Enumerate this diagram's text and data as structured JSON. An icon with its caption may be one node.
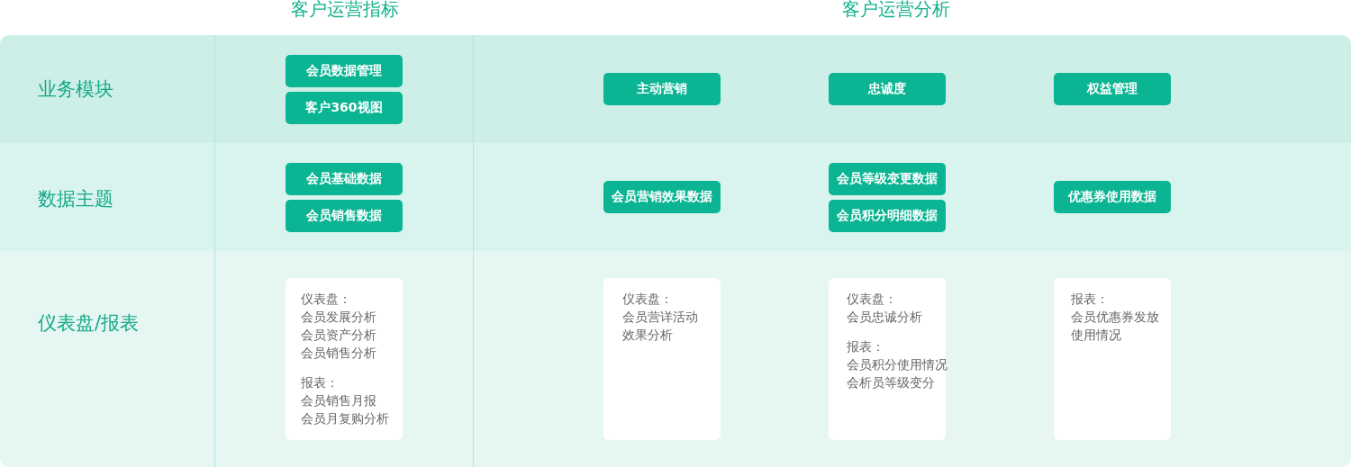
{
  "diagram": {
    "nodes": [
      {
        "text": [
          "业务模块"
        ]
      },
      {
        "text": [
          "会员数据管理"
        ],
        "in": 0
      },
      {
        "text": [
          "客户360视图"
        ],
        "in": 0
      },
      {
        "text": [
          "主动营销"
        ],
        "in": 0
      },
      {
        "text": [
          "忠诚度"
        ],
        "in": 0
      },
      {
        "text": [
          "权益管理"
        ],
        "in": 0
      },
      {
        "text": [
          "数据主题"
        ]
      },
      {
        "text": [
          "会员基础数据"
        ],
        "in": 6
      },
      {
        "text": [
          "会员销售数据"
        ],
        "in": 6
      },
      {
        "text": [
          "会员营销效果数据"
        ],
        "in": 6
      },
      {
        "text": [
          "会员等级变更数据"
        ],
        "in": 6
      },
      {
        "text": [
          "会员积分明细数据"
        ],
        "in": 6
      },
      {
        "text": [
          "优惠券使用数据"
        ],
        "in": 6
      },
      {
        "text": [
          "仪表盘/报表"
        ]
      },
      {
        "text": [
          "仪表盘：",
          "会员发展分析",
          "会员资产分析",
          "会员销售分析",
          "报表：",
          "会员销售月报",
          "会员月复购分析"
        ],
        "in": 13
      },
      {
        "text": [
          "仪表盘：",
          "会员营详活动效果分析"
        ],
        "in": 13
      },
      {
        "text": [
          "仪表盘：",
          "会员忠诚分析",
          "报表：",
          "会员积分使用情况",
          "会析员等级变分"
        ],
        "in": 13
      },
      {
        "text": [
          "报表：",
          "会员优惠券发放使用情况"
        ],
        "in": 13
      }
    ],
    "labels": [
      "客户运营指标",
      "客户运营分析"
    ]
  }
}
